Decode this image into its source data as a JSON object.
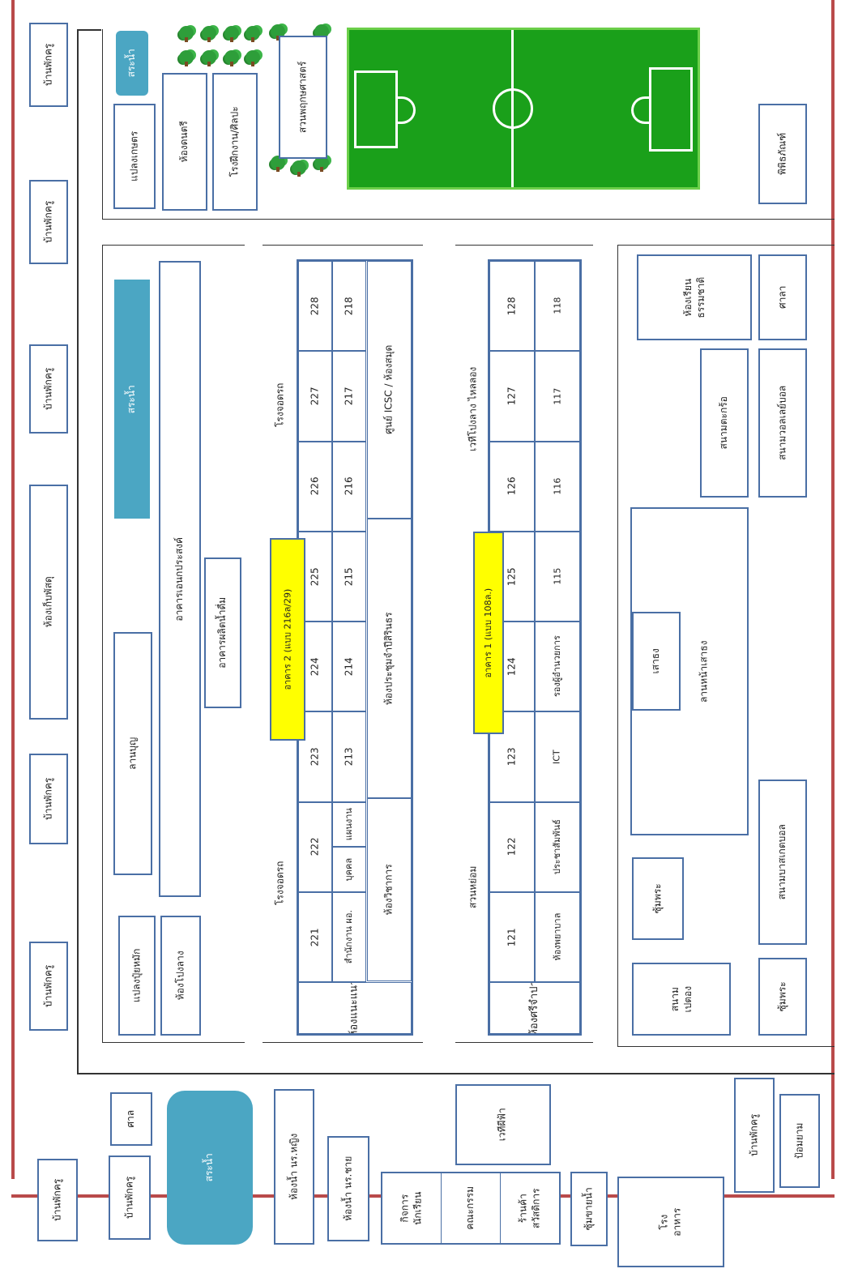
{
  "houses": {
    "top": [
      "บ้านพักครู",
      "บ้านพักครู",
      "บ้านพักครู",
      "บ้านพักครู",
      "บ้านพักครู"
    ],
    "bottom": [
      "บ้านพักครู",
      "บ้านพักครู",
      "บ้านพักครู"
    ]
  },
  "storage": "ห้องเก็บพัสดุ",
  "left_column": {
    "pool": "สระน้ำ",
    "farm": "แปลงเกษตร",
    "music": "ห้องดนตรี",
    "workshop": "โรงฝึกงาน/ศิลปะ",
    "botanical": "สวนพฤกษศาสตร์",
    "museum": "พิพิธภัณฑ์"
  },
  "multipurpose": {
    "compost": "แปลงปุ๋ยหมัก",
    "central_room": "ห้องโปงลาง",
    "pool": "สระน้ำ",
    "yard": "ลานบุญ",
    "hall": "อาคารเอนกประสงค์",
    "water_plant": "อาคารผลิตน้ำดื่ม"
  },
  "building2": {
    "label": "อาคาร 2 (แบบ 216ล/29)",
    "bike_left": "โรงจอดรถ",
    "bike_right": "โรงจอดรถ",
    "upper": [
      "221",
      "222",
      "223",
      "224",
      "225",
      "226",
      "227",
      "228"
    ],
    "lower": [
      "สำนักงาน ผอ.",
      "บุคคล",
      "แผนงาน",
      "213",
      "214",
      "215",
      "216",
      "217",
      "218"
    ],
    "guidance": "ห้องแนะแนว",
    "academic": "ห้องวิชาการ",
    "meeting": "ห้องประชุมจำปีสิรินธร",
    "icsc": "ศูนย์ ICSC / ห้องสมุด"
  },
  "building1": {
    "label": "อาคาร 1 (แบบ 108ล.)",
    "garden": "สวนหย่อม",
    "mini_theater": "เวทีโปงลาง ไหลลอง",
    "upper": [
      "121",
      "122",
      "123",
      "124",
      "125",
      "126",
      "127",
      "128"
    ],
    "lower": [
      "ห้องพยาบาล",
      "ประชาสัมพันธ์",
      "ICT",
      "รองผู้อำนวยการ",
      "115",
      "116",
      "117",
      "118"
    ],
    "champa": "ห้องศรีจำปา"
  },
  "field": {
    "flag": "เสาธง",
    "flag_yard": "ลานหน้าเสาธง",
    "takraw": "สนามตะกร้อ",
    "volleyball": "สนามวอลเลย์บอล",
    "dhamma": "ห้องเรียน\nธรรมชาติ",
    "sala": "ศาลา",
    "basketball": "สนามบาสเกตบอล",
    "shrine1": "ซุ้มพระ",
    "shrine2": "ซุ้มพระ",
    "petanque": "สนาม\nเปตอง"
  },
  "bottom_row": {
    "sala": "ศาล",
    "pool": "สระน้ำ",
    "toilet_f": "ห้องน้ำ นร.หญิง",
    "toilet_m": "ห้องน้ำ นร.ชาย",
    "stage": "เวทีผีฟ้า",
    "activity": "กิจการ\nนักเรียน",
    "committee": "คณะกรรม",
    "coop": "ร้านค้า\nสวัสดิการ",
    "water_kiosk": "ซุ้มขายน้ำ",
    "canteen": "โรง\nอาหาร",
    "guard": "ป้อมยาม"
  },
  "colors": {
    "fence": "#b94a4a",
    "box_border": "#4a6fa5",
    "pool": "#4ba6c3",
    "field": "#1aa01a",
    "highlight": "#ffff00"
  }
}
